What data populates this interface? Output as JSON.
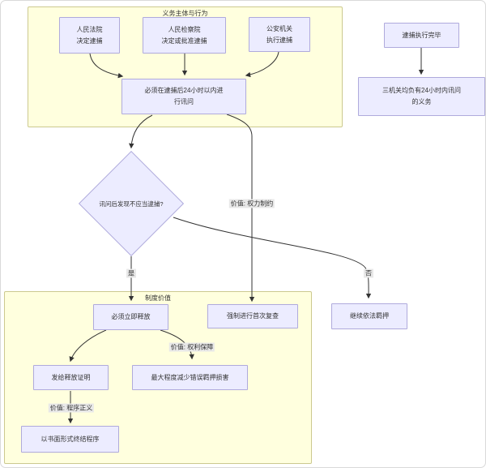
{
  "diagram": {
    "containers": {
      "duty": {
        "title": "义务主体与行为"
      },
      "value": {
        "title": "制度价值"
      }
    },
    "nodes": {
      "court": {
        "text": "人民法院\n决定逮捕"
      },
      "procuratorate": {
        "text": "人民检察院\n决定或批准逮捕"
      },
      "police": {
        "text": "公安机关\n执行逮捕"
      },
      "interrogate": {
        "text": "必须在逮捕后24小时以内进\n行讯问"
      },
      "arrest_done": {
        "text": "逮捕执行完毕"
      },
      "three_organs": {
        "text": "三机关均负有24小时内讯问\n的义务"
      },
      "decision": {
        "text": "讯问后发现不应当逮捕?"
      },
      "release": {
        "text": "必须立即释放"
      },
      "review": {
        "text": "强制进行首次复查"
      },
      "custody": {
        "text": "继续依法羁押"
      },
      "certificate": {
        "text": "发给释放证明"
      },
      "minimize": {
        "text": "最大程度减少错误羁押损害"
      },
      "written": {
        "text": "以书面形式终结程序"
      }
    },
    "edge_labels": {
      "power_check": "价值: 权力制约",
      "yes": "是",
      "no": "否",
      "rights": "价值: 权利保障",
      "procedure": "价值: 程序正义"
    },
    "colors": {
      "node_fill": "#ececff",
      "node_border": "#afaadc",
      "container_fill": "#ffffde",
      "container_border": "#ccc98f",
      "edge_line": "#333333",
      "edge_label_bg": "#e8e8e8",
      "text": "#333333"
    }
  }
}
